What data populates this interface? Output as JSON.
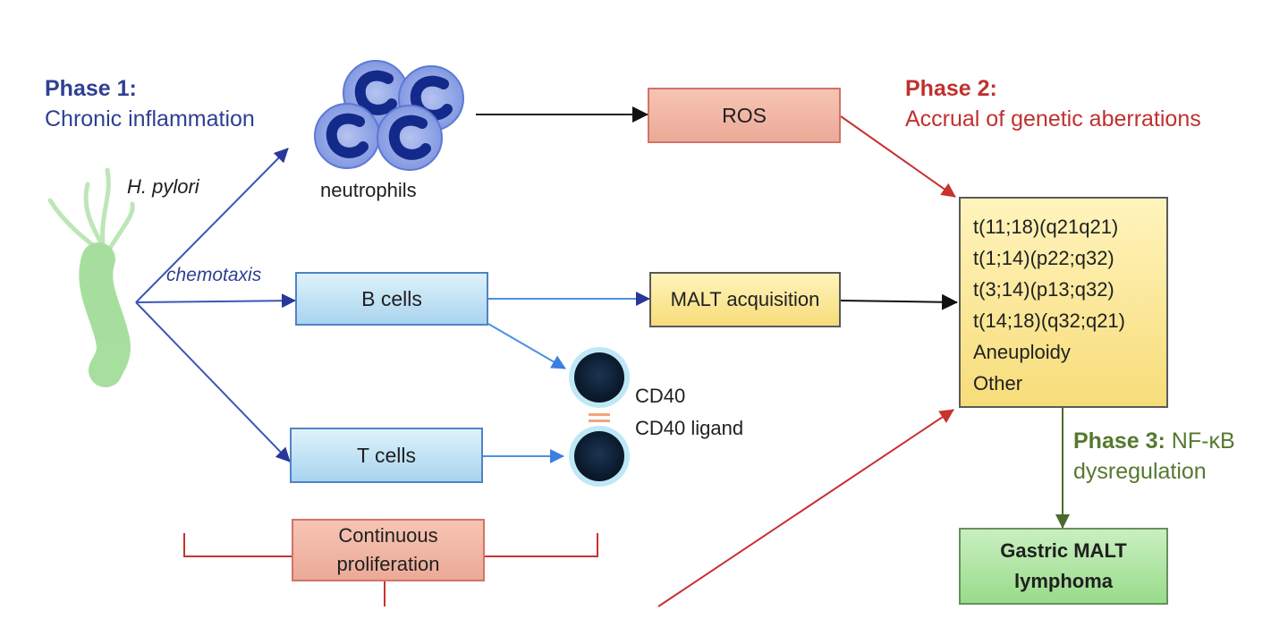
{
  "phase1": {
    "title": "Phase 1:",
    "subtitle": "Chronic inflammation"
  },
  "phase2": {
    "title": "Phase 2:",
    "subtitle": "Accrual of genetic aberrations"
  },
  "phase3": {
    "title": "Phase 3:",
    "title_rest": "NF-κB",
    "subtitle": "dysregulation"
  },
  "labels": {
    "h_pylori": "H. pylori",
    "neutrophils": "neutrophils",
    "chemotaxis": "chemotaxis",
    "cd40": "CD40",
    "cd40_ligand": "CD40 ligand"
  },
  "boxes": {
    "ros": "ROS",
    "b_cells": "B cells",
    "t_cells": "T cells",
    "malt_acquisition": "MALT acquisition",
    "continuous_proliferation": [
      "Continuous",
      "proliferation"
    ],
    "gastric_malt": [
      "Gastric MALT",
      "lymphoma"
    ]
  },
  "aberrations": [
    "t(11;18)(q21q21)",
    "t(1;14)(p22;q32)",
    "t(3;14)(p13;q32)",
    "t(14;18)(q32;q21)",
    "Aneuploidy",
    "Other"
  ],
  "colors": {
    "phase1": "#2f3f93",
    "phase2": "#c0312f",
    "phase3": "#55792f",
    "arrow_blue": "#3b56b8",
    "arrow_light_blue": "#4a90e2",
    "arrow_red": "#c8322f",
    "arrow_dark": "#222222"
  }
}
